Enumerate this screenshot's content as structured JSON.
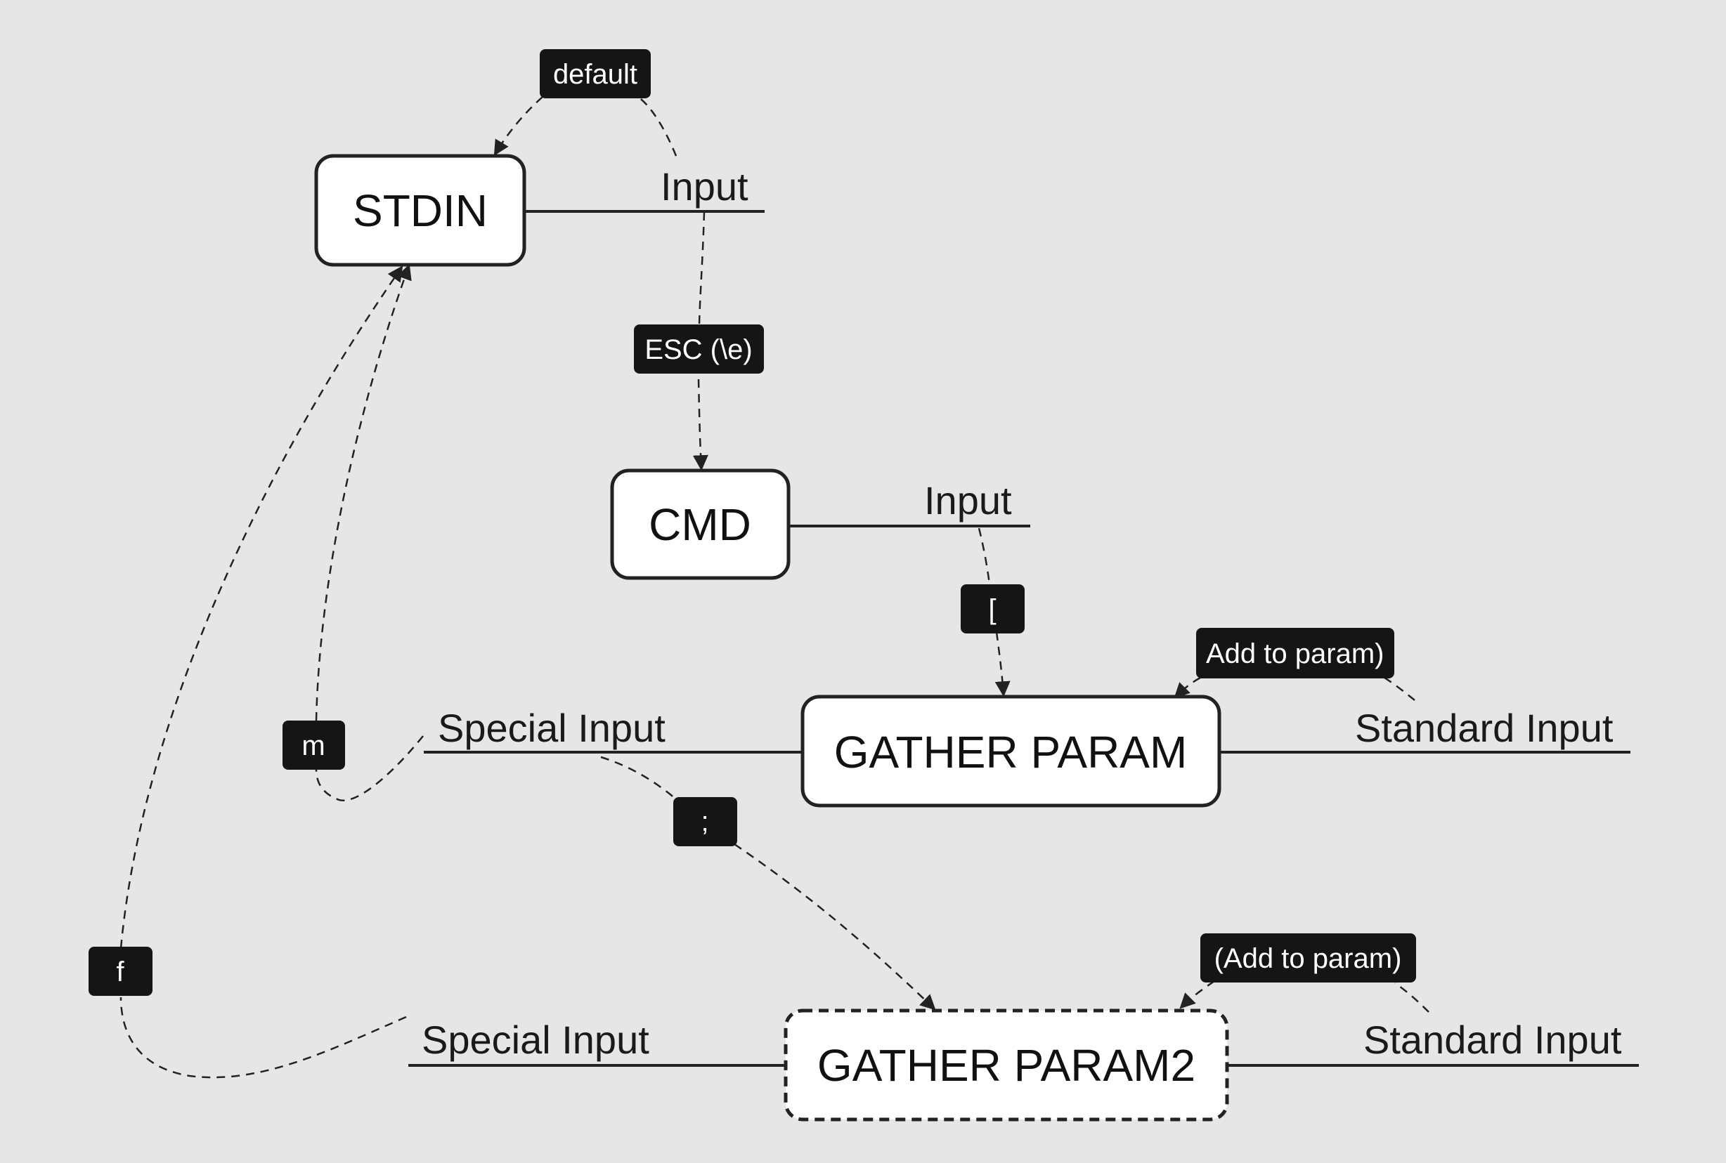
{
  "colors": {
    "background": "#e6e6e6",
    "node_fill": "#ffffff",
    "stroke": "#222222",
    "tag_fill": "#151515",
    "tag_text": "#ffffff"
  },
  "states": {
    "stdin": "STDIN",
    "cmd": "CMD",
    "gather_param": "GATHER PARAM",
    "gather_param2": "GATHER PARAM2"
  },
  "lines": {
    "stdin_input": "Input",
    "cmd_input": "Input",
    "gp_special": "Special Input",
    "gp_standard": "Standard Input",
    "gp2_special": "Special Input",
    "gp2_standard": "Standard Input"
  },
  "transitions": {
    "default": "default",
    "esc": "ESC (\\e)",
    "bracket": "[",
    "add_to_param": "Add to param)",
    "semicolon": ";",
    "m": "m",
    "f": "f",
    "add_to_param_paren": "(Add to param)"
  }
}
